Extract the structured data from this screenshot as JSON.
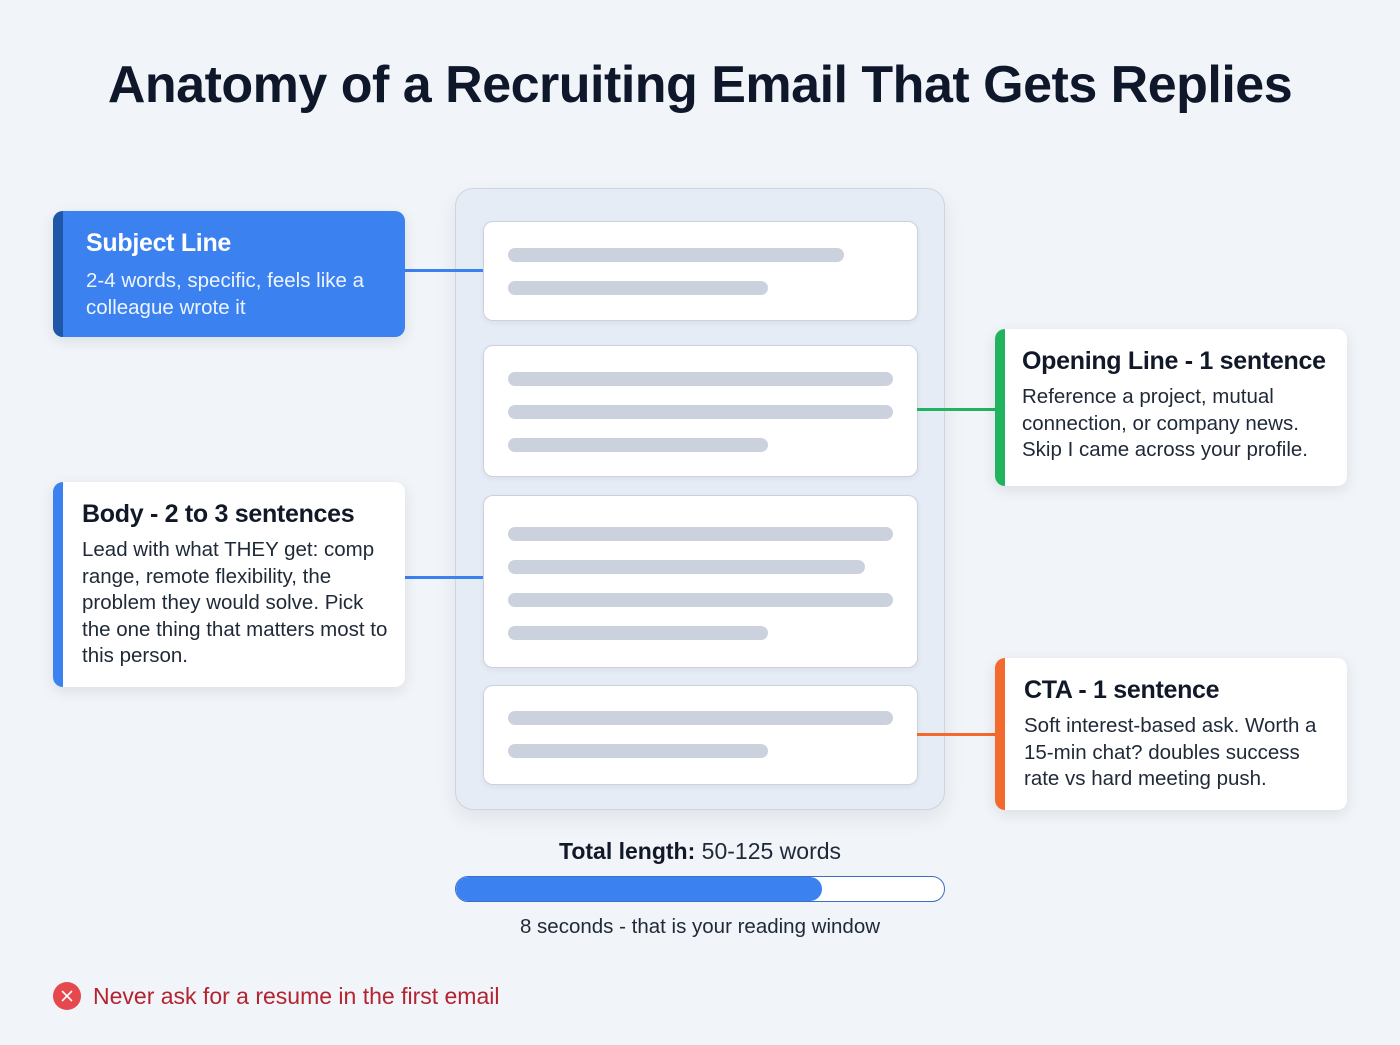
{
  "title": "Anatomy of a Recruiting Email That Gets Replies",
  "colors": {
    "blue": "#3b82f0",
    "blue_dark": "#1e56a8",
    "green": "#22b35e",
    "orange": "#f26a2e",
    "red": "#e5484d",
    "placeholder_line": "#cbd2de"
  },
  "email_mockup": {
    "sections": [
      {
        "name": "subject",
        "line_count": 2
      },
      {
        "name": "opening",
        "line_count": 3
      },
      {
        "name": "body",
        "line_count": 4
      },
      {
        "name": "cta",
        "line_count": 2
      }
    ]
  },
  "callouts": {
    "subject": {
      "heading": "Subject Line",
      "description": "2-4 words, specific, feels like a colleague wrote it"
    },
    "opening": {
      "heading": "Opening Line - 1 sentence",
      "description": "Reference a project, mutual connection, or company news. Skip I came across your profile."
    },
    "body": {
      "heading": "Body - 2 to 3 sentences",
      "description": "Lead with what THEY get: comp range, remote flexibility, the problem they would solve. Pick the one thing that matters most to this person."
    },
    "cta": {
      "heading": "CTA - 1 sentence",
      "description": "Soft interest-based ask. Worth a 15-min chat? doubles success rate vs hard meeting push."
    }
  },
  "total_length": {
    "label": "Total length:",
    "value": "50-125 words",
    "progress_percent": 75,
    "caption": "8 seconds - that is your reading window"
  },
  "warning": {
    "icon": "x-circle-icon",
    "text": "Never ask for a resume in the first email"
  }
}
